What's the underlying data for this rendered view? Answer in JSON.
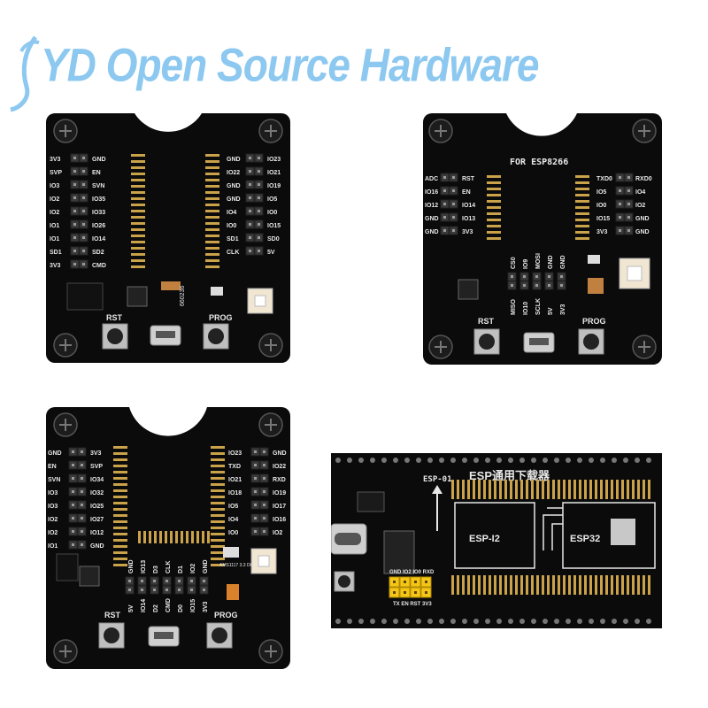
{
  "watermark": {
    "text": "YD Open Source Hardware",
    "color": "#8cc8f0"
  },
  "colors": {
    "pcb": "#0b0b0b",
    "silk": "#e8e8e8",
    "gold": "#c9a24a",
    "pin": "#3a3a3a",
    "yellow": "#f5c518"
  },
  "board1": {
    "left_labels": [
      "3V3",
      "SVP",
      "IO3",
      "IO2",
      "IO2",
      "IO1",
      "IO1",
      "SD1",
      "3V3"
    ],
    "left_labels_b": [
      "GND",
      "EN",
      "SVN",
      "IO35",
      "IO33",
      "IO26",
      "IO14",
      "SD2",
      "CMD"
    ],
    "right_labels": [
      "GND",
      "IO22",
      "GND",
      "GND",
      "IO4",
      "IO0",
      "SD1",
      "CLK"
    ],
    "right_labels_b": [
      "IO23",
      "IO21",
      "IO19",
      "IO5",
      "IO0",
      "IO15",
      "SD0",
      "5V"
    ],
    "rst": "RST",
    "prog": "PROG",
    "chip": "660236"
  },
  "board2": {
    "title": "FOR ESP8266",
    "left_labels": [
      "ADC",
      "IO16",
      "IO12",
      "GND",
      "GND"
    ],
    "left_labels_b": [
      "RST",
      "EN",
      "IO14",
      "IO13",
      "3V3"
    ],
    "right_labels": [
      "TXD0",
      "IO5",
      "IO0",
      "IO15",
      "3V3"
    ],
    "right_labels_b": [
      "RXD0",
      "IO4",
      "IO2",
      "GND",
      "GND"
    ],
    "top_labels": [
      "CS0",
      "IO9",
      "MOSI",
      "GND",
      "GND"
    ],
    "bottom_labels": [
      "MISO",
      "IO10",
      "SCLK",
      "5V",
      "3V3"
    ],
    "rst": "RST",
    "prog": "PROG"
  },
  "board3": {
    "left_labels": [
      "GND",
      "EN",
      "SVN",
      "IO3",
      "IO3",
      "IO2",
      "IO2",
      "IO1"
    ],
    "left_labels_b": [
      "3V3",
      "SVP",
      "IO34",
      "IO32",
      "IO25",
      "IO27",
      "IO12",
      "GND"
    ],
    "right_labels": [
      "IO23",
      "TXD",
      "IO21",
      "IO18",
      "IO5",
      "IO4",
      "IO0"
    ],
    "right_labels_b": [
      "GND",
      "IO22",
      "RXD",
      "IO19",
      "IO17",
      "IO16",
      "IO2"
    ],
    "bottom_top": [
      "GND",
      "IO13",
      "D3",
      "CLK",
      "D1",
      "IO2",
      "GND"
    ],
    "bottom_bot": [
      "5V",
      "IO14",
      "D2",
      "CMD",
      "D0",
      "IO15",
      "3V3"
    ],
    "reg": "AMS1117 3.3 D817",
    "rst": "RST",
    "prog": "PROG"
  },
  "board4": {
    "title": "ESP通用下载器",
    "esp01": "ESP-01",
    "espi2": "ESP-I2",
    "esp32": "ESP32",
    "hdr_top": "GND IO2 IO0 RXD",
    "hdr_bot": "TX EN RST 3V3"
  }
}
